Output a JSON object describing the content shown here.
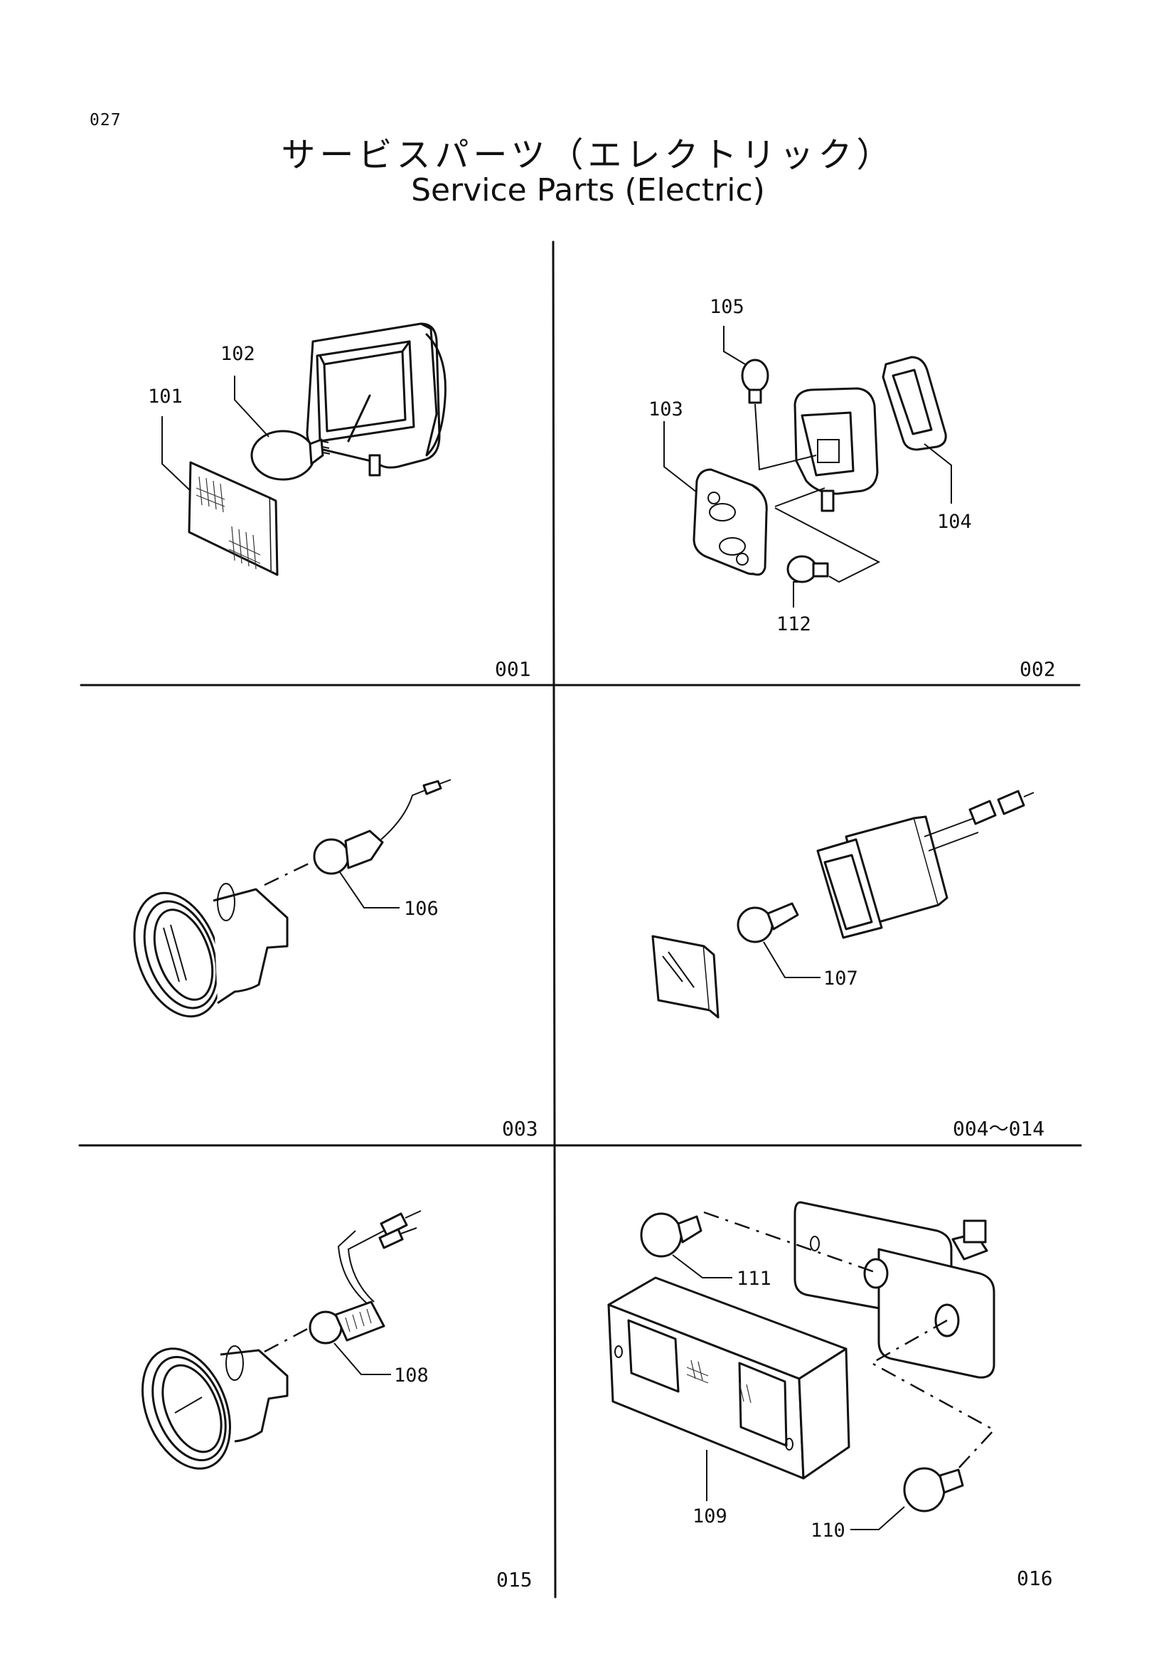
{
  "page": {
    "number": "027"
  },
  "title": {
    "japanese": "サービスパーツ（エレクトリック）",
    "english": "Service Parts (Electric)"
  },
  "panels": [
    {
      "code": "001",
      "callouts": [
        "101",
        "102"
      ]
    },
    {
      "code": "002",
      "callouts": [
        "105",
        "103",
        "104",
        "112"
      ]
    },
    {
      "code": "003",
      "callouts": [
        "106"
      ]
    },
    {
      "code": "004～014",
      "callouts": [
        "107"
      ]
    },
    {
      "code": "015",
      "callouts": [
        "108"
      ]
    },
    {
      "code": "016",
      "callouts": [
        "111",
        "109",
        "110"
      ]
    }
  ]
}
